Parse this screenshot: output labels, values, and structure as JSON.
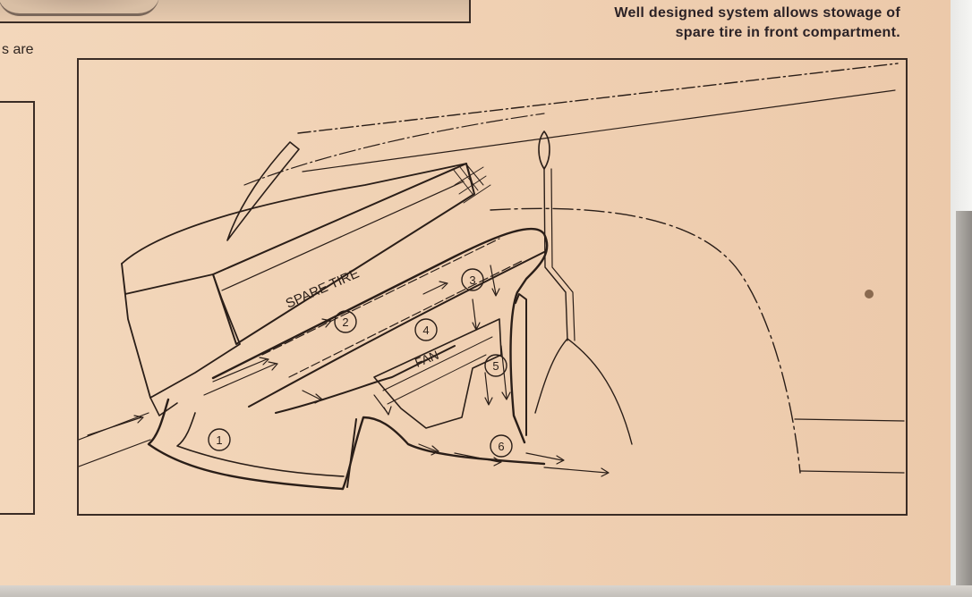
{
  "caption": {
    "line1": "Well designed system allows stowage of",
    "line2": "spare tire in front compartment."
  },
  "left_column_fragment": "s are",
  "diagram": {
    "spare_tire_label": "SPARE TIRE",
    "fan_label": "FAN",
    "callouts": [
      "1",
      "2",
      "3",
      "4",
      "5",
      "6"
    ]
  },
  "colors": {
    "paper": "#f0d3b6",
    "ink": "#2a1e18"
  }
}
